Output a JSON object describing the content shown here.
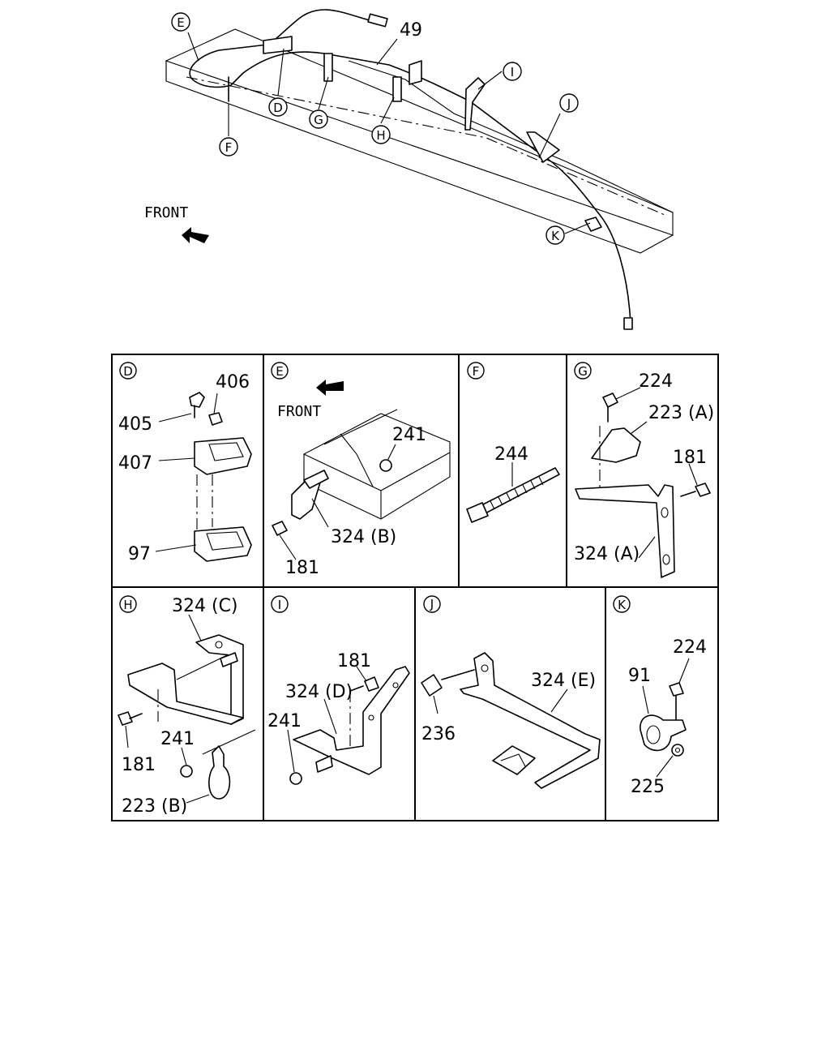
{
  "overview": {
    "part_label": "49",
    "front_label": "FRONT",
    "callouts": [
      "E",
      "D",
      "G",
      "H",
      "I",
      "J",
      "K",
      "F"
    ]
  },
  "panels": {
    "D": {
      "letter": "D",
      "labels": [
        "406",
        "405",
        "407",
        "97"
      ]
    },
    "E": {
      "letter": "E",
      "front_label": "FRONT",
      "labels": [
        "241",
        "324 (B)",
        "181"
      ]
    },
    "F": {
      "letter": "F",
      "labels": [
        "244"
      ]
    },
    "G": {
      "letter": "G",
      "labels": [
        "224",
        "223 (A)",
        "181",
        "324 (A)"
      ]
    },
    "H": {
      "letter": "H",
      "labels": [
        "324 (C)",
        "181",
        "241",
        "223 (B)"
      ]
    },
    "I": {
      "letter": "I",
      "labels": [
        "181",
        "324 (D)",
        "241"
      ]
    },
    "J": {
      "letter": "J",
      "labels": [
        "324 (E)",
        "236"
      ]
    },
    "K": {
      "letter": "K",
      "labels": [
        "224",
        "91",
        "225"
      ]
    }
  }
}
